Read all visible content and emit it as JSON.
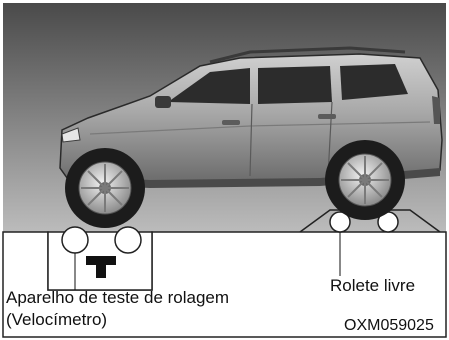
{
  "labels": {
    "roller_tester_line1": "Aparelho de teste de rolagem",
    "roller_tester_line2": "(Velocímetro)",
    "free_roller": "Rolete livre",
    "figure_code": "OXM059025"
  },
  "colors": {
    "frame": "#3a3a3a",
    "top_panel": "#b5b5b5",
    "ground": "#ffffff",
    "car_body": "#9a9a9a",
    "window": "#2c2c2c",
    "tire": "#1c1c1c",
    "rim": "#c9c9c9"
  },
  "icons": {
    "car": "suv-side-view",
    "tester_symbol": "t-block-icon"
  }
}
